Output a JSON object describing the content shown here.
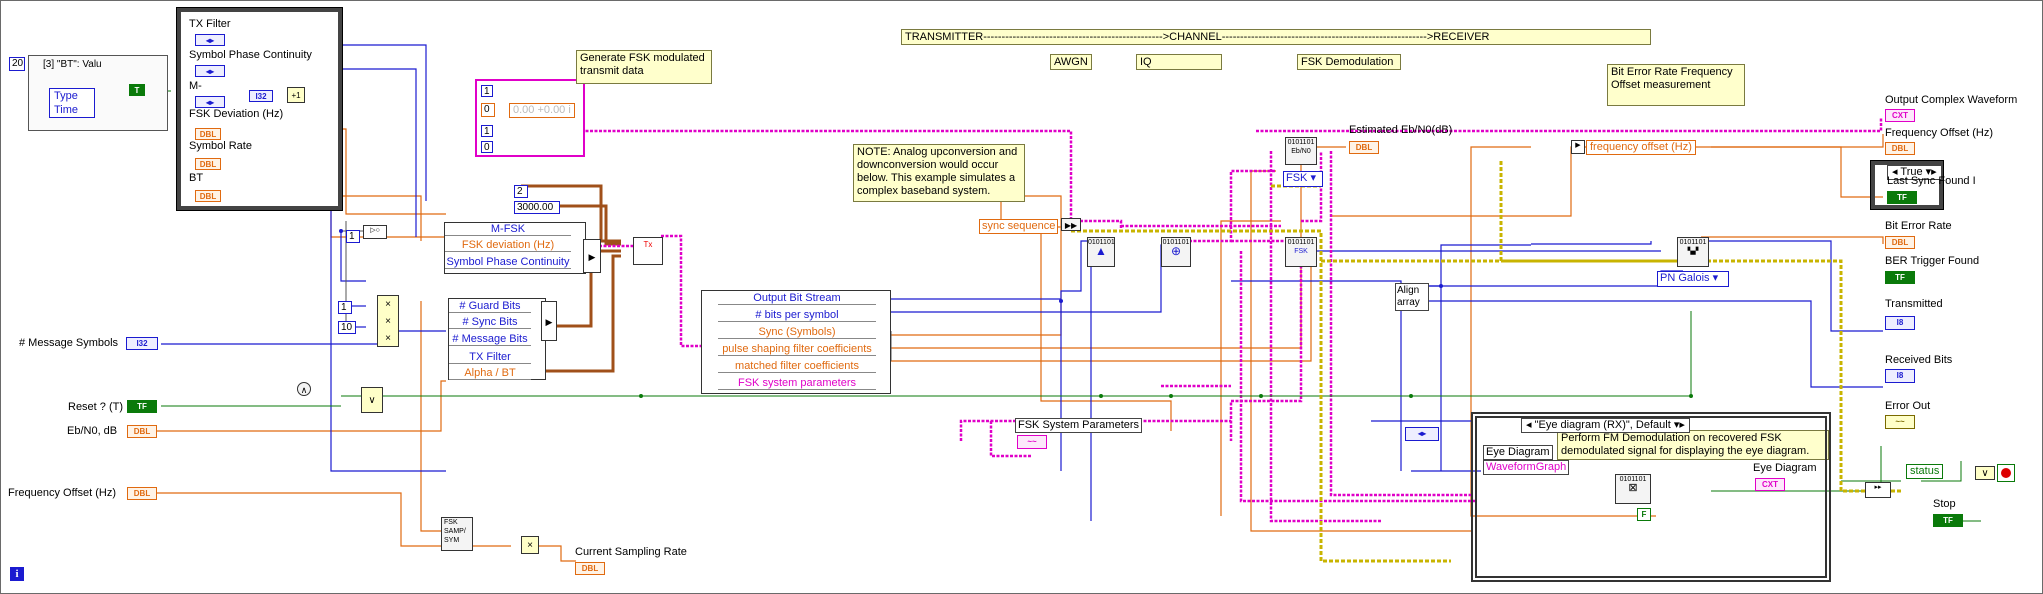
{
  "header": {
    "signal_chain": "TRANSMITTER------------------------------------------------->CHANNEL-------------------------------------------------------->RECEIVER",
    "awgn": "AWGN",
    "iq": "IQ",
    "fsk_demod": "FSK Demodulation"
  },
  "notes": {
    "generate": "Generate FSK modulated transmit data",
    "analog": "NOTE: Analog upconversion and downconversion would occur below. This example simulates a complex baseband system.",
    "ber": "Bit Error Rate Frequency Offset measurement",
    "fm_demod": "Perform FM Demodulation on recovered FSK demodulated signal for displaying the eye diagram."
  },
  "left_panel": {
    "const_20": "20",
    "index_label": "[3] \"BT\": Valu",
    "type_label": "Type",
    "time_label": "Time",
    "t_const": "T",
    "items": [
      "TX Filter",
      "Symbol Phase Continuity",
      "M-",
      "FSK Deviation (Hz)",
      "Symbol Rate",
      "BT"
    ],
    "i32_tag": "I32",
    "plus1": "+1"
  },
  "controls": {
    "message_symbols": "# Message Symbols",
    "reset": "Reset ? (T)",
    "ebn0": "Eb/N0, dB",
    "freq_offset": "Frequency Offset (Hz)"
  },
  "tags": {
    "dbl": "DBL",
    "i32": "I32",
    "tf": "TF",
    "cx": "CXT",
    "cluster": "~~",
    "i8": "I8"
  },
  "consts": {
    "one_a": "1",
    "one_b": "1",
    "ten": "10",
    "two": "2",
    "three_k": "3000.00",
    "zero": "0",
    "cplx": "0.00 +0.00 i",
    "one_c": "1",
    "zero_b": "0"
  },
  "fsk_bundle": [
    "M-FSK",
    "FSK deviation (Hz)",
    "Symbol Phase Continuity"
  ],
  "mid_bundle": [
    "# Guard Bits",
    "# Sync Bits",
    "# Message Bits",
    "TX Filter",
    "Alpha / BT"
  ],
  "param_bundle": [
    "Output Bit Stream",
    "# bits per symbol",
    "Sync (Symbols)",
    "pulse shaping filter coefficients",
    "matched filter coefficients",
    "FSK system parameters"
  ],
  "labels": {
    "sync_sequence": "sync sequence",
    "fsk_system_params": "FSK System Parameters",
    "current_sampling_rate": "Current Sampling Rate",
    "fsk_samp": "FSK SAMP/ SYM",
    "estimated_ebn0": "Estimated Eb/N0(dB)",
    "ebn0_vi": "Eb/N0",
    "fsk_ring": "FSK",
    "align_array": "Align array",
    "pn_galois": "PN Galois",
    "frequency_offset_hz": "frequency offset (Hz)",
    "eye_case": "\"Eye diagram (RX)\", Default",
    "eye_diagram": "Eye Diagram",
    "waveform_graph": "WaveformGraph",
    "eye_diagram_out": "Eye Diagram",
    "status": "status",
    "f_const": "F",
    "true_case": "True",
    "tx_vi": "Tx"
  },
  "outputs": {
    "output_complex_waveform": "Output Complex Waveform",
    "frequency_offset": "Frequency Offset (Hz)",
    "last_sync_found": "Last Sync Found I",
    "bit_error_rate": "Bit Error Rate",
    "ber_trigger_found": "BER Trigger Found",
    "transmitted": "Transmitted",
    "received_bits": "Received Bits",
    "error_out": "Error Out",
    "stop": "Stop"
  },
  "colors": {
    "dbl": "#e06a10",
    "int": "#1b1bd0",
    "complex": "#e000c8",
    "bool": "#0a7a0a",
    "cluster": "#8a6a00",
    "note": "#ffffcc"
  }
}
